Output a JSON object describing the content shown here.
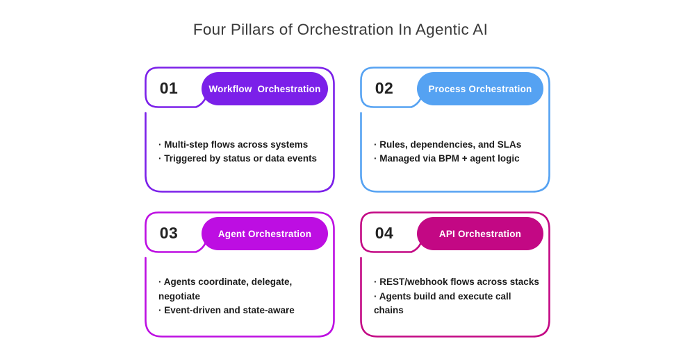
{
  "title": "Four Pillars of Orchestration In Agentic AI",
  "bullet_char": "·",
  "cards": [
    {
      "number": "01",
      "title": "Workflow  Orchestration",
      "accent_color": "#7B20E9",
      "bullets": [
        "Multi-step flows across systems",
        "Triggered by status or data events"
      ]
    },
    {
      "number": "02",
      "title": "Process Orchestration",
      "accent_color": "#55A2F2",
      "bullets": [
        "Rules, dependencies, and SLAs",
        "Managed via BPM + agent logic"
      ]
    },
    {
      "number": "03",
      "title": "Agent Orchestration",
      "accent_color": "#BD0EE2",
      "bullets": [
        "Agents coordinate, delegate, negotiate",
        "Event-driven and state-aware"
      ]
    },
    {
      "number": "04",
      "title": "API Orchestration",
      "accent_color": "#C30884",
      "bullets": [
        "REST/webhook flows across stacks",
        "Agents build and execute call chains"
      ]
    }
  ]
}
